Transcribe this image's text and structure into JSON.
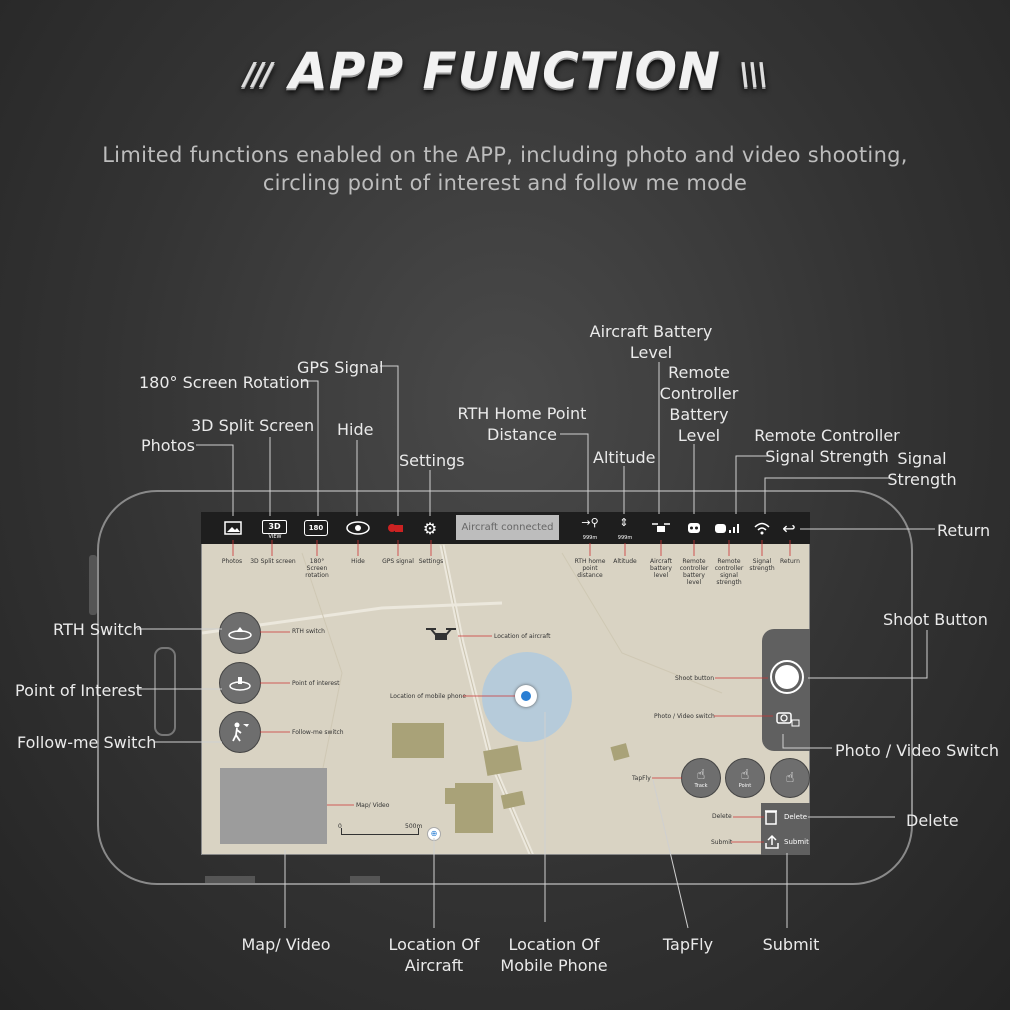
{
  "title": "APP FUNCTION",
  "title_slash_left": "///",
  "title_slash_right": "\\\\\\",
  "subtitle_line1": "Limited functions enabled on the APP, including photo and video shooting,",
  "subtitle_line2": "circling point of interest and follow me mode",
  "callouts": {
    "photos": "Photos",
    "split3d": "3D Split Screen",
    "rotation": "180° Screen Rotation",
    "gps": "GPS Signal",
    "hide": "Hide",
    "settings": "Settings",
    "rth_dist": "RTH Home Point\nDistance",
    "altitude": "Altitude",
    "aircraft_batt": "Aircraft Battery\nLevel",
    "rc_batt": "Remote\nController\nBattery\nLevel",
    "rc_signal": "Remote Controller\nSignal Strength",
    "signal": "Signal\nStrength",
    "return": "Return",
    "rth_switch": "RTH Switch",
    "poi": "Point of Interest",
    "follow": "Follow-me Switch",
    "shoot": "Shoot Button",
    "photo_video": "Photo / Video Switch",
    "delete": "Delete",
    "map_video": "Map/ Video",
    "loc_aircraft": "Location Of\nAircraft",
    "loc_phone": "Location Of\nMobile Phone",
    "tapfly": "TapFly",
    "submit": "Submit"
  },
  "screen": {
    "connection_status": "Aircraft connected",
    "icon_3d": "3D",
    "icon_3d_sub": "VIEW",
    "icon_180": "180",
    "rth_value": "999m",
    "alt_value": "999m",
    "labels": {
      "photos": "Photos",
      "split": "3D Split screen",
      "rotation": "180° Screen rotation",
      "hide": "Hide",
      "gps": "GPS signal",
      "settings": "Settings",
      "rth": "RTH home point distance",
      "altitude": "Altitude",
      "aircraft_batt": "Aircraft battery level",
      "rc_batt": "Remote controller battery level",
      "rc_signal": "Remote controller signal strength",
      "signal": "Signal strength",
      "return": "Return",
      "rth_switch": "RTH switch",
      "poi": "Point of interest",
      "follow": "Follow-me switch",
      "loc_aircraft": "Location of aircraft",
      "loc_phone": "Location of mobile phone",
      "shoot": "Shoot button",
      "photo_video": "Photo / Video switch",
      "tapfly": "TapFly",
      "delete": "Delete",
      "submit": "Submit",
      "map_video": "Map/ Video",
      "scale_start": "0",
      "scale_end": "500m"
    },
    "tap_buttons": {
      "track": "Track",
      "point": "Point"
    },
    "delete_btn": "Delete",
    "submit_btn": "Submit"
  },
  "colors": {
    "background": "#333333",
    "screen_map": "#d9d3c3",
    "accent_red": "#cc2222",
    "phone_blue": "#2a7fd4",
    "patch": "#a9a278"
  },
  "icons": [
    "photo-icon",
    "3d-view-icon",
    "rotate-180-icon",
    "eye-icon",
    "gps-icon",
    "gear-icon",
    "home-distance-icon",
    "altitude-icon",
    "drone-icon",
    "robot-icon",
    "rc-signal-icon",
    "wifi-icon",
    "return-arrow-icon",
    "rth-icon",
    "poi-icon",
    "follow-me-icon",
    "shutter-icon",
    "camera-switch-icon",
    "trash-icon",
    "upload-icon",
    "tap-hand-icon"
  ]
}
